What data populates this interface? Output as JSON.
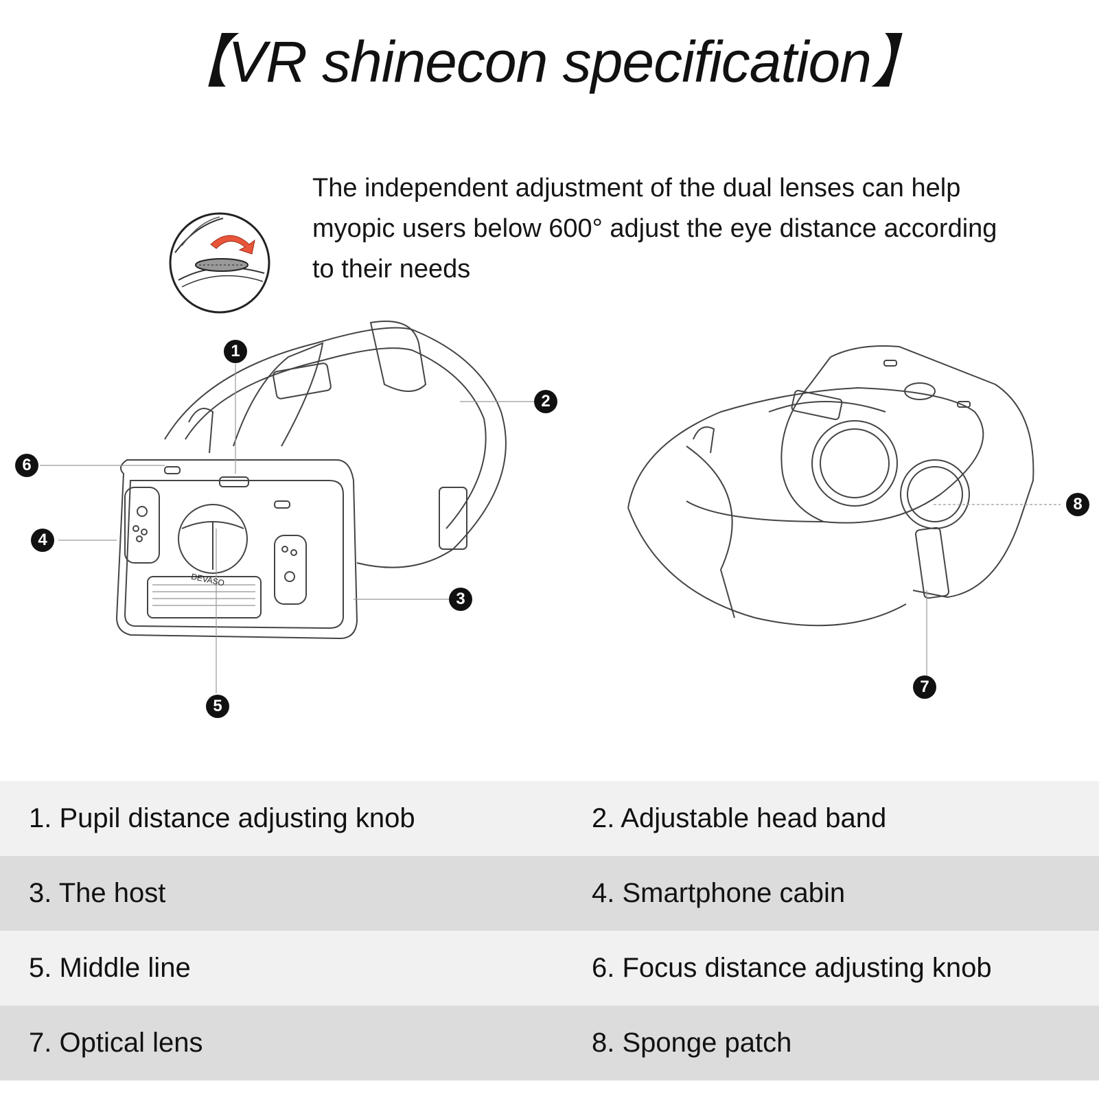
{
  "title": "【VR shinecon specification】",
  "description": {
    "line1": "The independent adjustment of the dual lenses can help",
    "line2": "myopic users below 600° adjust the eye distance according",
    "line3": "to their needs"
  },
  "device_brand": "DEVASO",
  "callouts": [
    "1",
    "2",
    "3",
    "4",
    "5",
    "6",
    "7",
    "8"
  ],
  "spec_rows": [
    {
      "left": "1. Pupil distance adjusting knob",
      "right": "2. Adjustable head band"
    },
    {
      "left": "3. The host",
      "right": "4. Smartphone cabin"
    },
    {
      "left": "5. Middle line",
      "right": "6. Focus distance adjusting knob"
    },
    {
      "left": "7. Optical lens",
      "right": "8. Sponge patch"
    }
  ],
  "colors": {
    "arrow": "#e8553a",
    "row_light": "#f1f1f1",
    "row_dark": "#dcdcdc"
  }
}
